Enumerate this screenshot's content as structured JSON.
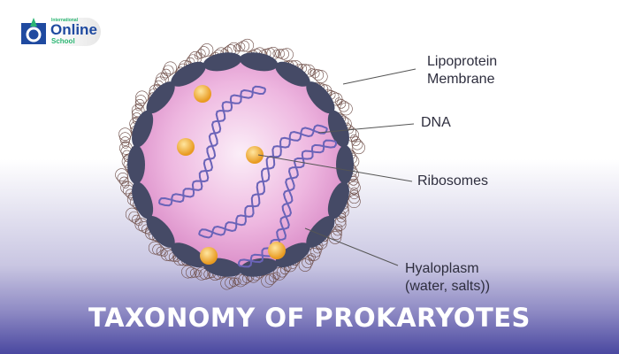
{
  "logo": {
    "small_text": "International",
    "brand": "Online",
    "sub": "School",
    "colors": {
      "blue": "#1f4aa0",
      "green": "#2bb673"
    }
  },
  "labels": {
    "membrane_line1": "Lipoprotein",
    "membrane_line2": "Membrane",
    "dna": "DNA",
    "ribosomes": "Ribosomes",
    "hyaloplasm_line1": "Hyaloplasm",
    "hyaloplasm_line2": "(water, salts))"
  },
  "title": "TAXONOMY OF PROKARYOTES",
  "colors": {
    "cytoplasm": "#e8a6d6",
    "membrane_ovals": "#454a66",
    "ribosome": "#f1a830",
    "dna": "#6a63b8",
    "fuzz": "#6b4a44"
  }
}
